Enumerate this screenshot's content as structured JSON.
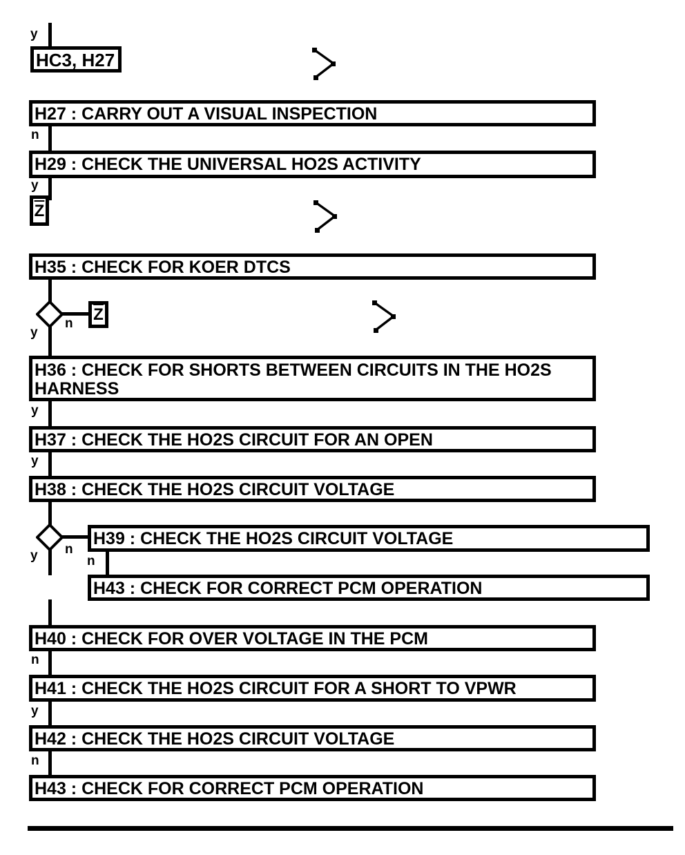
{
  "flow": {
    "entry": {
      "text": "HC3, H27"
    },
    "labels": {
      "yes": "y",
      "no": "n"
    },
    "connector": {
      "z": "Z"
    },
    "nodes": [
      {
        "id": "H27",
        "text": "H27 : CARRY OUT A VISUAL INSPECTION"
      },
      {
        "id": "H29",
        "text": "H29 : CHECK THE UNIVERSAL HO2S ACTIVITY"
      },
      {
        "id": "H35",
        "text": "H35 : CHECK FOR KOER DTCS"
      },
      {
        "id": "H36",
        "text": "H36 : CHECK FOR SHORTS BETWEEN CIRCUITS IN THE HO2S HARNESS"
      },
      {
        "id": "H37",
        "text": "H37 : CHECK THE HO2S CIRCUIT FOR AN OPEN"
      },
      {
        "id": "H38",
        "text": "H38 : CHECK THE HO2S CIRCUIT VOLTAGE"
      },
      {
        "id": "H39",
        "text": "H39 : CHECK THE HO2S CIRCUIT VOLTAGE"
      },
      {
        "id": "H43a",
        "text": "H43 : CHECK FOR CORRECT PCM OPERATION"
      },
      {
        "id": "H40",
        "text": "H40 : CHECK FOR OVER VOLTAGE IN THE PCM"
      },
      {
        "id": "H41",
        "text": "H41 : CHECK THE HO2S CIRCUIT FOR A SHORT TO VPWR"
      },
      {
        "id": "H42",
        "text": "H42 : CHECK THE HO2S CIRCUIT VOLTAGE"
      },
      {
        "id": "H43b",
        "text": "H43 : CHECK FOR CORRECT PCM OPERATION"
      }
    ],
    "colors": {
      "ink": "#000000",
      "paper": "#ffffff"
    }
  }
}
